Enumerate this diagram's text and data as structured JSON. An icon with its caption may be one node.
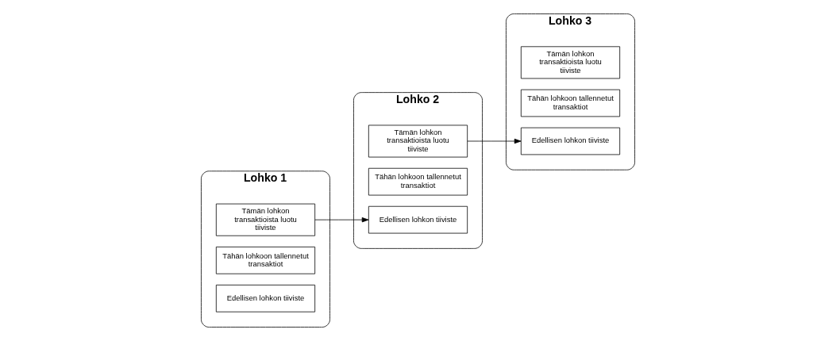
{
  "diagram": {
    "nodes": [
      {
        "text": [
          "Lohko 1"
        ]
      },
      {
        "text": [
          "Edellisen lohkon tiiviste"
        ],
        "in": 0
      },
      {
        "text": [
          "Tähän lohkoon tallennetut transaktiot"
        ],
        "in": 0
      },
      {
        "text": [
          "Tämän lohkon transaktioista luotu tiiviste"
        ],
        "in": 0
      },
      {
        "text": [
          "Lohko 2"
        ]
      },
      {
        "text": [
          "Edellisen lohkon tiiviste"
        ],
        "in": 4
      },
      {
        "text": [
          "Tähän lohkoon tallennetut transaktiot"
        ],
        "in": 4
      },
      {
        "text": [
          "Tämän lohkon transaktioista luotu tiiviste"
        ],
        "in": 4
      },
      {
        "text": [
          "Lohko 3"
        ]
      },
      {
        "text": [
          "Edellisen lohkon tiiviste"
        ],
        "in": 8
      },
      {
        "text": [
          "Tähän lohkoon tallennetut transaktiot"
        ],
        "in": 8
      },
      {
        "text": [
          "Tämän lohkon transaktioista luotu tiiviste"
        ],
        "in": 8
      }
    ],
    "edges": [
      {
        "from": 3,
        "to": 5,
        "arrow": "to"
      },
      {
        "from": 7,
        "to": 9,
        "arrow": "to"
      }
    ]
  }
}
